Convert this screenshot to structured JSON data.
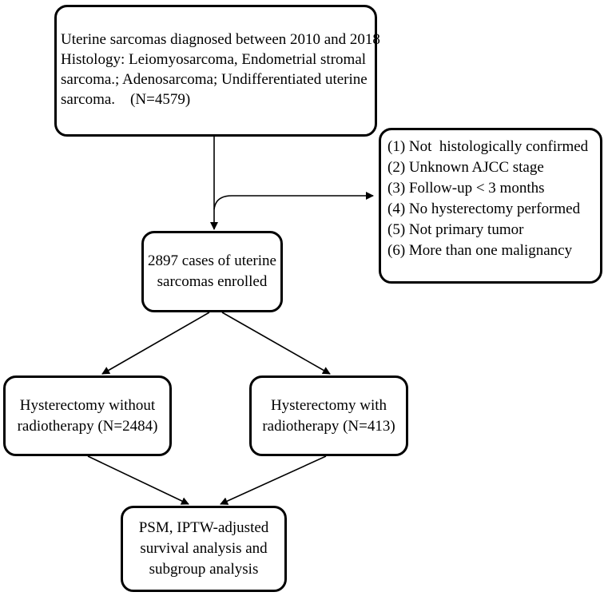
{
  "top_box": {
    "lines": [
      "Uterine sarcomas diagnosed between 2010 and 2018",
      "Histology: Leiomyosarcoma, Endometrial stromal",
      "sarcoma.; Adenosarcoma; Undifferentiated uterine",
      "sarcoma.    (N=4579)"
    ]
  },
  "exclusion_box": {
    "items": [
      "(1) Not  histologically confirmed",
      "(2) Unknown AJCC stage",
      "(3) Follow-up < 3 months",
      "(4) No hysterectomy performed",
      "(5) Not primary tumor",
      "(6) More than one malignancy"
    ]
  },
  "enrolled_box": {
    "lines": [
      "2897 cases of uterine",
      "sarcomas enrolled"
    ]
  },
  "left_box": {
    "lines": [
      "Hysterectomy without",
      "radiotherapy (N=2484)"
    ]
  },
  "right_box": {
    "lines": [
      "Hysterectomy with",
      "radiotherapy (N=413)"
    ]
  },
  "bottom_box": {
    "lines": [
      "PSM, IPTW-adjusted",
      "survival analysis and",
      "subgroup analysis"
    ]
  }
}
